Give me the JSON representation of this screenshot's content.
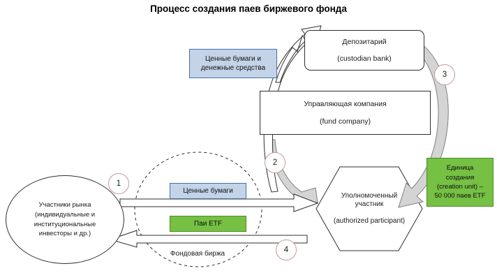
{
  "diagram": {
    "title": "Процесс создания паев биржевого фонда",
    "nodes": {
      "depositary": {
        "line1": "Депозитарий",
        "line2": "(custodian bank)"
      },
      "fund_company": {
        "line1": "Управляющая компания",
        "line2": "(fund company)"
      },
      "securities_and_cash": {
        "line1": "Ценные бумаги и",
        "line2": "денежные средства"
      },
      "authorized_participant": {
        "line1": "Уполномоченный",
        "line2": "участник",
        "line3": "(authorized participant)"
      },
      "creation_unit": {
        "line1": "Единица",
        "line2": "создания",
        "line3": "(creation unit) –",
        "line4": "50 000 паев ETF"
      },
      "market_participants": {
        "line1": "Участники рынка",
        "line2": "(индивидуальные и",
        "line3": "институциональные",
        "line4": "инвесторы и др.)"
      },
      "securities": {
        "label": "Ценные бумаги"
      },
      "etf_units": {
        "label": "Паи ETF"
      },
      "stock_exchange": {
        "label": "Фондовая биржа"
      }
    },
    "step_markers": [
      {
        "number": "1"
      },
      {
        "number": "2"
      },
      {
        "number": "3"
      },
      {
        "number": "4"
      }
    ],
    "colors": {
      "blue_fill": "#c3d3e8",
      "blue_border": "#4472a8",
      "green_fill": "#76c043",
      "green_border": "#4c8a2a",
      "gray_arrow_fill": "#d4d4d4",
      "gray_arrow_border": "#808080",
      "outline": "#2e2e2e",
      "marker_border": "#c49a9a",
      "text": "#1a1a1a"
    }
  }
}
